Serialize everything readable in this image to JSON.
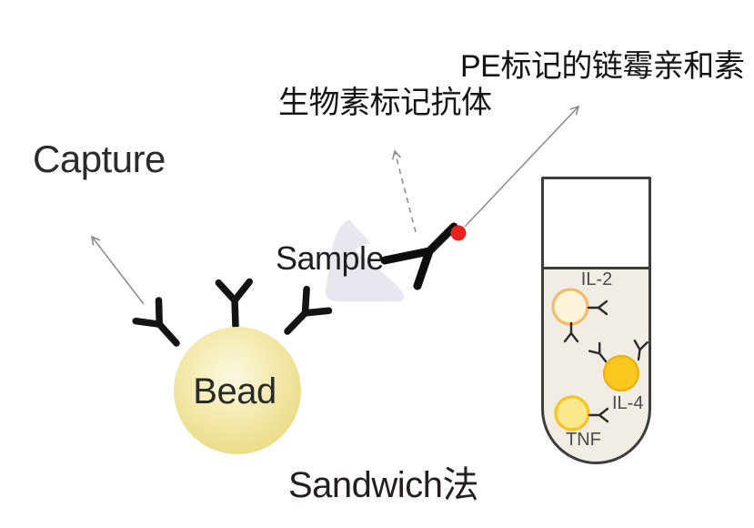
{
  "figure": {
    "labels": {
      "pe_streptavidin": "PE标记的链霉亲和素",
      "biotin_antibody": "生物素标记抗体",
      "capture": "Capture",
      "sample": "Sample",
      "bead": "Bead",
      "method": "Sandwich法"
    },
    "tube": {
      "analytes": [
        "IL-2",
        "IL-4",
        "TNF"
      ]
    },
    "colors": {
      "main_bead_center": "#fbf8e3",
      "main_bead_edge": "#e9da82",
      "pe_dot": "#e8231f",
      "antibody_black": "#0d0d0d",
      "arrow_gray": "#8f8f8f",
      "sample_blob": "#e8e7ef",
      "tube_outline": "#3d3d3d",
      "tube_liquid": "#f1ede5",
      "il2_bead_fill": "#fcf3d9",
      "il2_bead_border": "#f2bb6b",
      "gold_bead_fill": "#f9c71e",
      "gold_bead_border": "#eeb010",
      "il4_bead_fill": "#fbe88d",
      "il4_bead_border": "#f6c322",
      "tube_label_gray": "#4a4a4a"
    }
  }
}
